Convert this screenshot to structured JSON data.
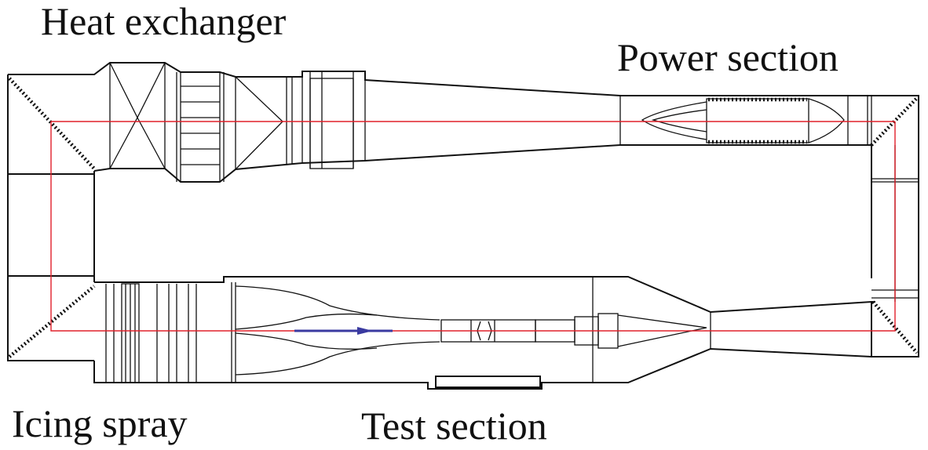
{
  "labels": {
    "heat_exchanger": "Heat exchanger",
    "power_section": "Power section",
    "icing_spray": "Icing spray",
    "test_section": "Test section"
  },
  "colors": {
    "outline": "#111111",
    "flow_line": "#e0202a",
    "flow_arrow": "#3a3aa0",
    "background": "#ffffff"
  }
}
